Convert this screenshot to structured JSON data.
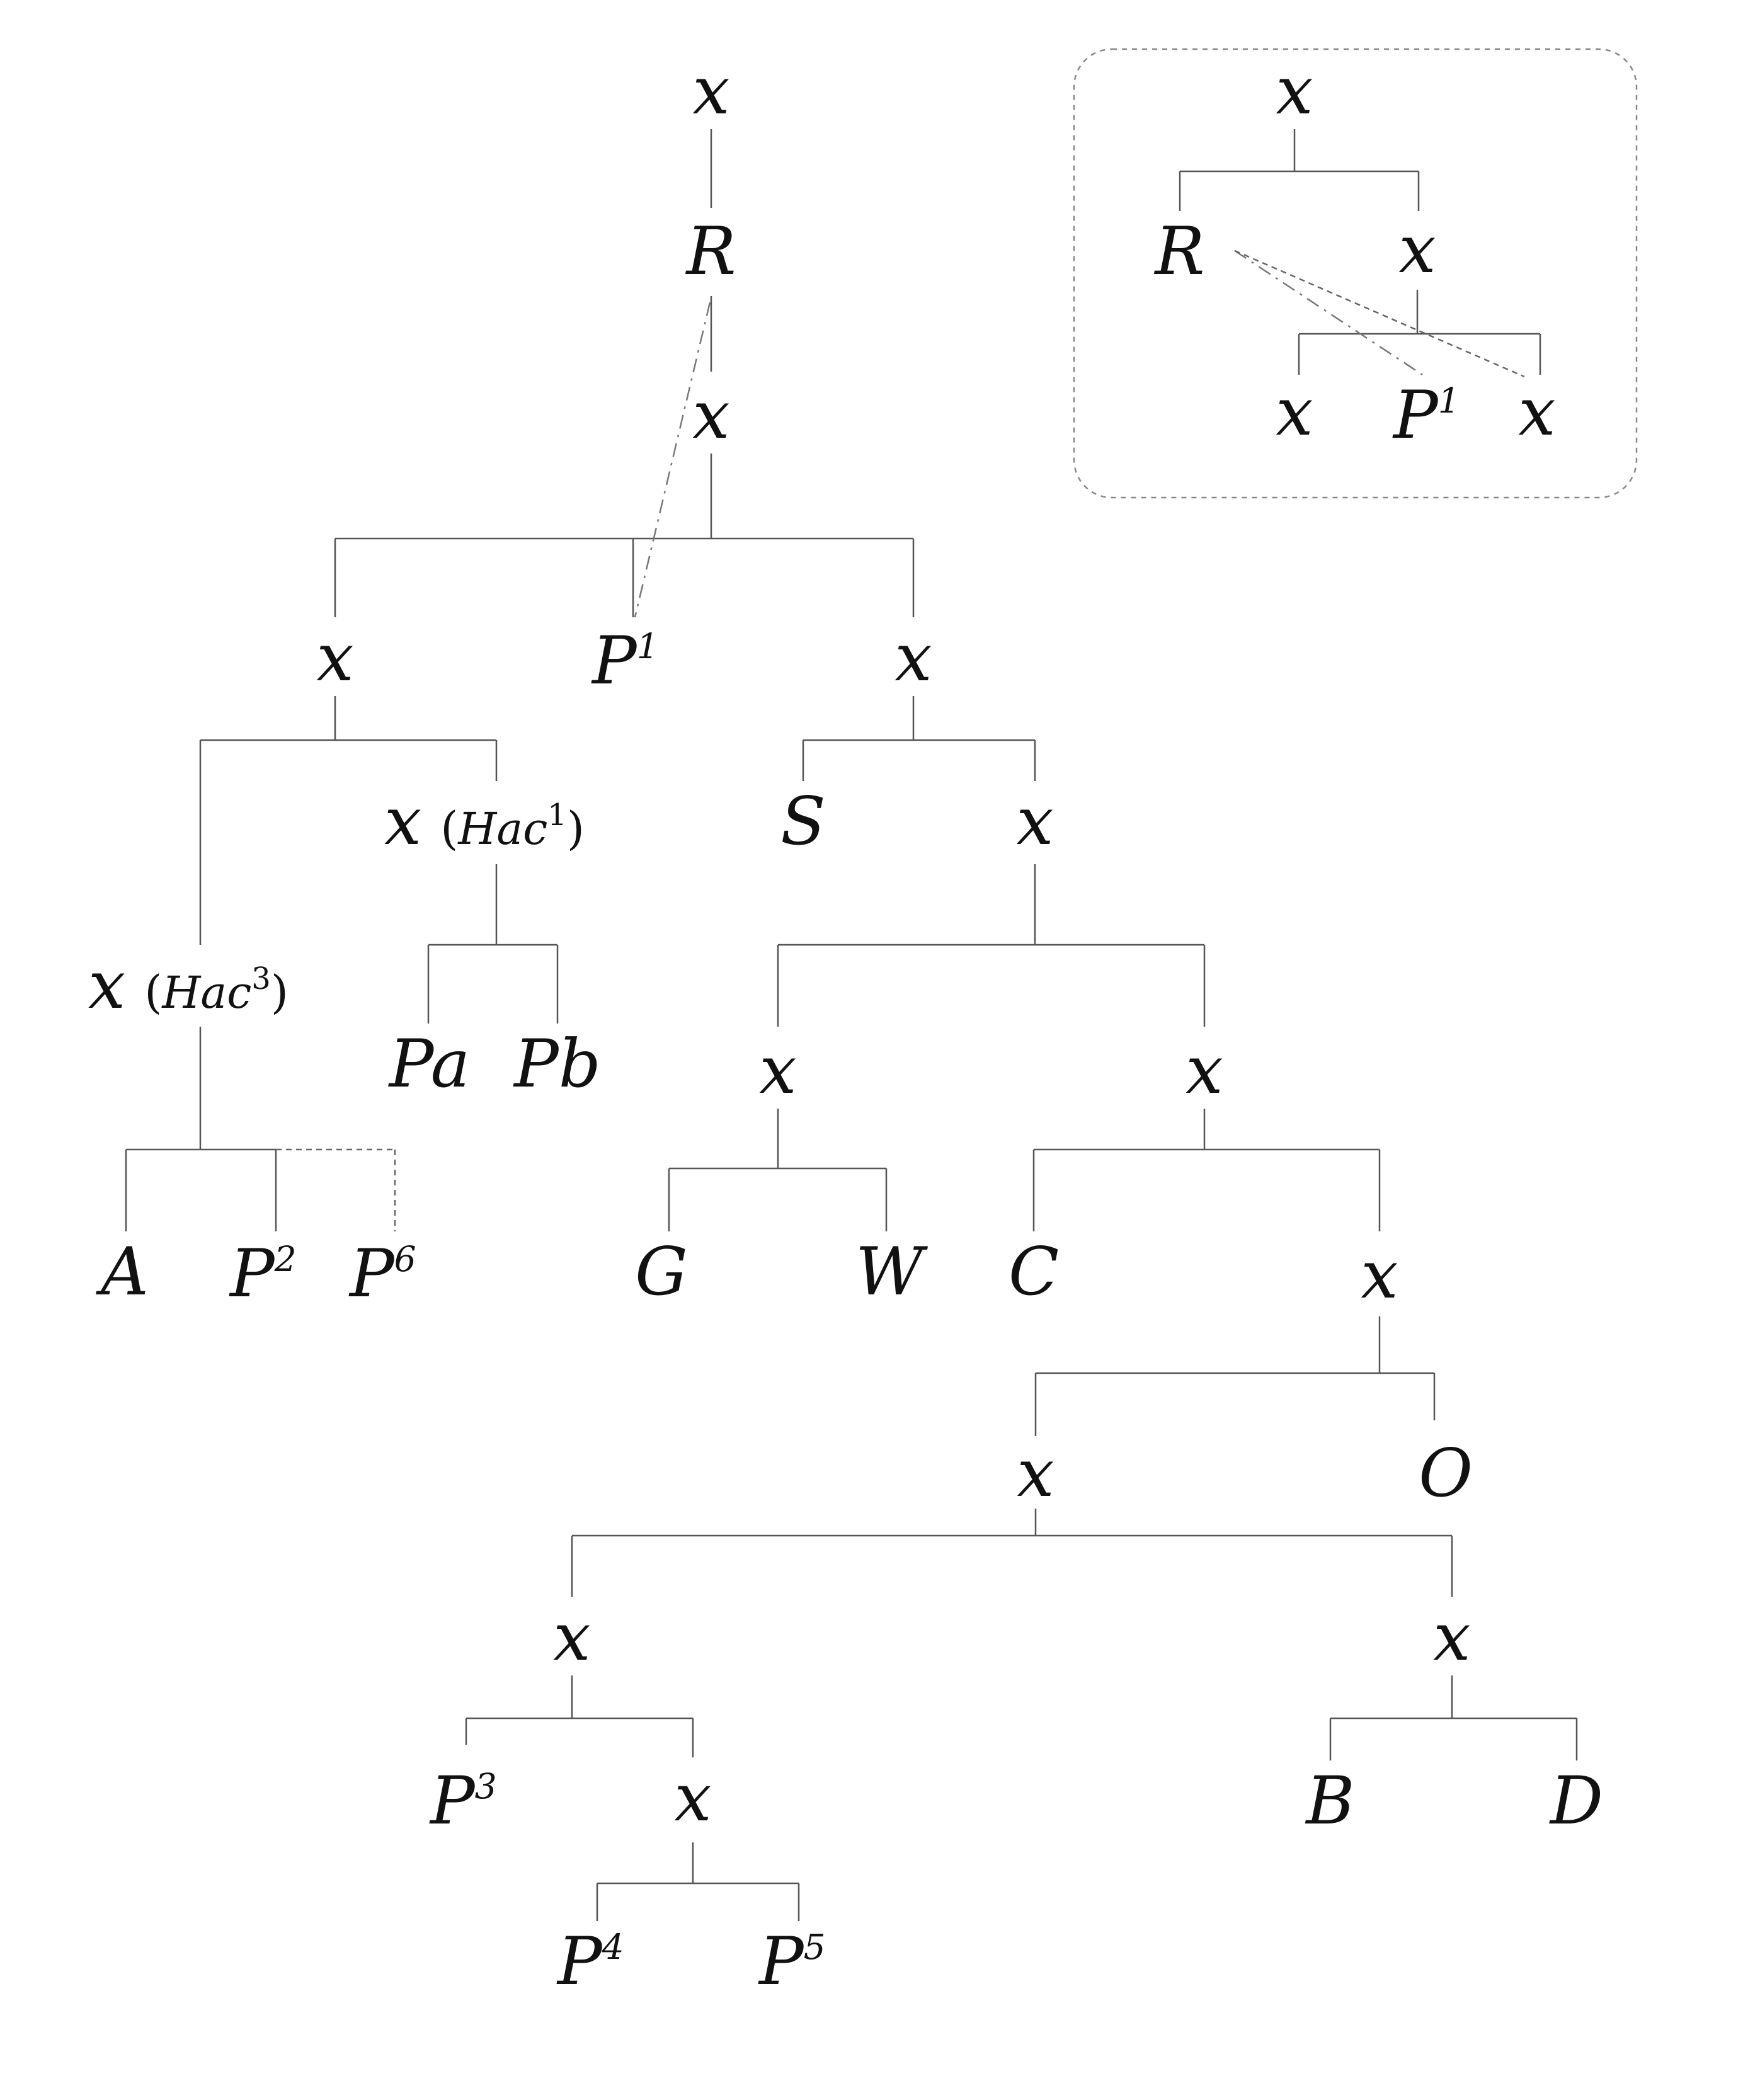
{
  "tree": {
    "root": "x",
    "r_node": "R",
    "x_top": "x",
    "left_x": "x",
    "p1": {
      "base": "P",
      "sup": "1"
    },
    "right_x": "x",
    "x_hac3": {
      "base": "x",
      "paren_open": "(",
      "hac": "Hac",
      "sup": "3",
      "paren_close": ")"
    },
    "x_hac1": {
      "base": "x",
      "paren_open": "(",
      "hac": "Hac",
      "sup": "1",
      "paren_close": ")"
    },
    "leaf_a": "A",
    "p2": {
      "base": "P",
      "sup": "2"
    },
    "p6": {
      "base": "P",
      "sup": "6"
    },
    "leaf_pa": "Pa",
    "leaf_pb": "Pb",
    "leaf_s": "S",
    "x_s_sib": "x",
    "x_gw": "x",
    "x_right2": "x",
    "leaf_g": "G",
    "leaf_w": "W",
    "leaf_c": "C",
    "x_c_sib": "x",
    "x_mid": "x",
    "leaf_o": "O",
    "x_p3": "x",
    "x_bd": "x",
    "p3": {
      "base": "P",
      "sup": "3"
    },
    "x_p45": "x",
    "leaf_b": "B",
    "leaf_d": "D",
    "p4": {
      "base": "P",
      "sup": "4"
    },
    "p5": {
      "base": "P",
      "sup": "5"
    }
  },
  "inset": {
    "root": "x",
    "r_node": "R",
    "x_right": "x",
    "x_leaf1": "x",
    "p1": {
      "base": "P",
      "sup": "1"
    },
    "x_leaf2": "x"
  }
}
